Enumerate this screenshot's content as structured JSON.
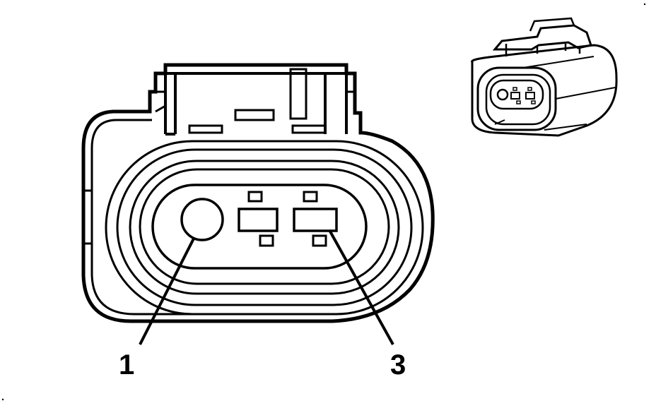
{
  "diagram": {
    "callouts": [
      {
        "id": "pin-1",
        "label": "1"
      },
      {
        "id": "pin-3",
        "label": "3"
      }
    ]
  },
  "colors": {
    "ink": "#000000",
    "background": "#ffffff"
  }
}
